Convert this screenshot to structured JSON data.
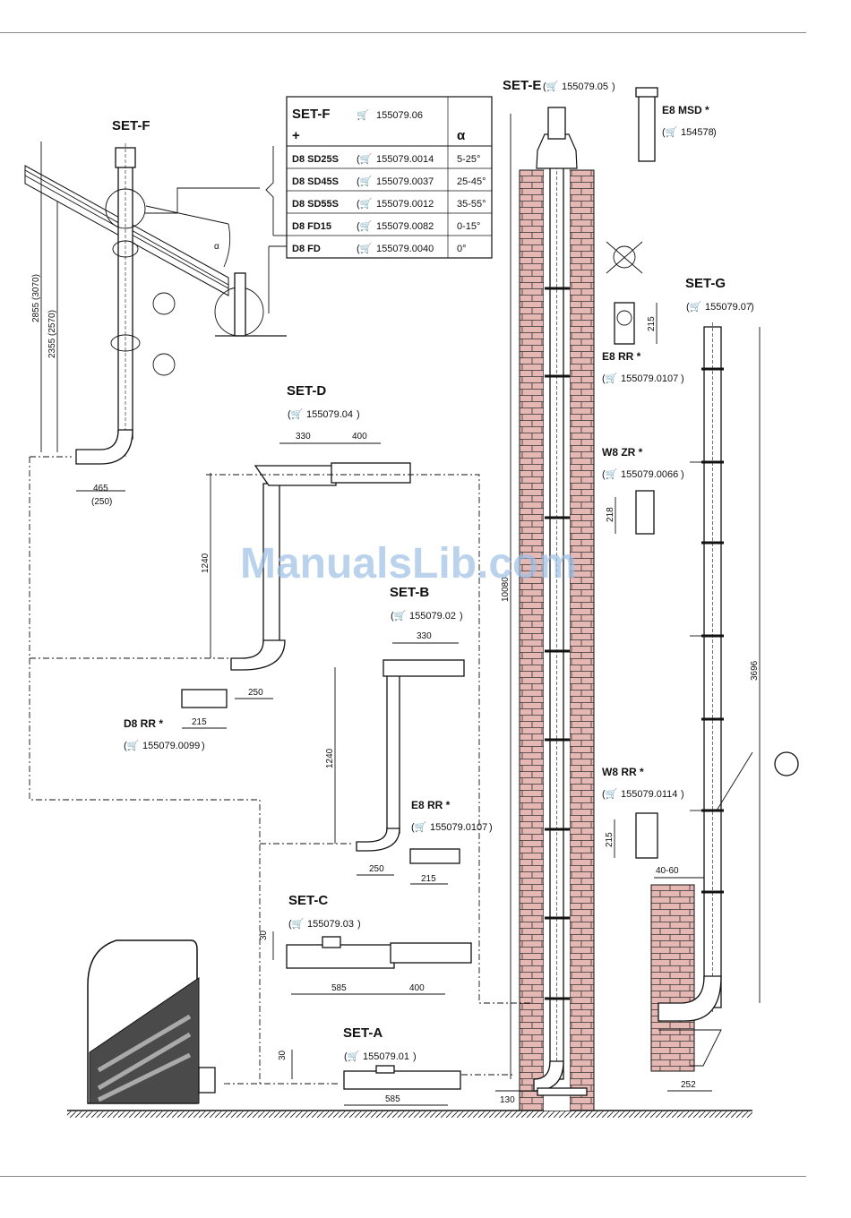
{
  "watermark": "ManualsLib.com",
  "table": {
    "header_set": "SET-F",
    "header_plus": "+",
    "header_code": "155079.06",
    "header_alpha": "α",
    "rows": [
      {
        "name": "D8 SD25S",
        "code": "155079.0014",
        "angle": "5-25°"
      },
      {
        "name": "D8 SD45S",
        "code": "155079.0037",
        "angle": "25-45°"
      },
      {
        "name": "D8 SD55S",
        "code": "155079.0012",
        "angle": "35-55°"
      },
      {
        "name": "D8 FD15",
        "code": "155079.0082",
        "angle": "0-15°"
      },
      {
        "name": "D8 FD",
        "code": "155079.0040",
        "angle": "0°"
      }
    ]
  },
  "sets": {
    "f": {
      "label": "SET-F"
    },
    "d": {
      "label": "SET-D",
      "code": "155079.04"
    },
    "b": {
      "label": "SET-B",
      "code": "155079.02"
    },
    "c": {
      "label": "SET-C",
      "code": "155079.03"
    },
    "a": {
      "label": "SET-A",
      "code": "155079.01"
    },
    "e": {
      "label": "SET-E",
      "code": "155079.05"
    },
    "g": {
      "label": "SET-G",
      "code": "155079.07"
    }
  },
  "parts": {
    "e8msd": {
      "label": "E8 MSD *",
      "code": "154578"
    },
    "e8rr_top": {
      "label": "E8 RR *",
      "code": "155079.0107"
    },
    "w8zr": {
      "label": "W8 ZR *",
      "code": "155079.0066"
    },
    "w8rr": {
      "label": "W8 RR *",
      "code": "155079.0114"
    },
    "d8rr": {
      "label": "D8 RR *",
      "code": "155079.0099"
    },
    "e8rr_b": {
      "label": "E8 RR *",
      "code": "155079.0107"
    }
  },
  "dims": {
    "f_2855": "2855 (3070)",
    "f_2355": "2355 (2570)",
    "f_465": "465",
    "f_250": "(250)",
    "f_alpha": "α",
    "d_330": "330",
    "d_400": "400",
    "d_1240": "1240",
    "d_250": "250",
    "d_215": "215",
    "b_330": "330",
    "b_1240": "1240",
    "b_250": "250",
    "b_215": "215",
    "c_30": "30",
    "c_585": "585",
    "c_400": "400",
    "a_30": "30",
    "a_585": "585",
    "e_10080": "10080",
    "e_130": "130",
    "e8rr_215": "215",
    "w8zr_218": "218",
    "w8rr_215": "215",
    "g_3696": "3696",
    "g_4060": "40-60",
    "g_252": "252"
  }
}
